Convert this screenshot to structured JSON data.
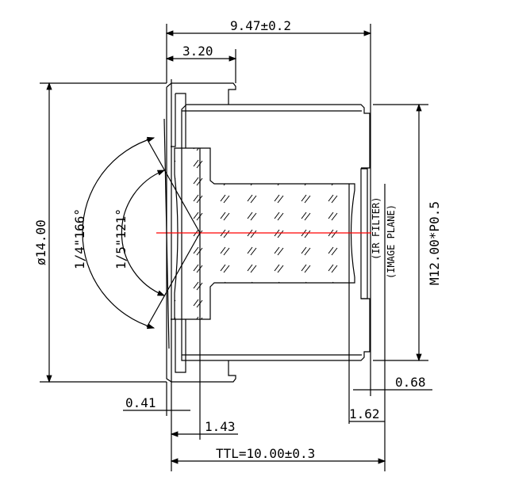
{
  "drawing": {
    "overall_length": "9.47±0.2",
    "flange_length": "3.20",
    "outer_diameter": "ø14.00",
    "thread": "M12.00*P0.5",
    "fov_quarter": "1/4\"166°",
    "fov_fifth": "1/5\"121°",
    "dim_041": "0.41",
    "dim_143": "1.43",
    "dim_068": "0.68",
    "dim_162": "1.62",
    "ttl": "TTL=10.00±0.3",
    "ir_filter_label": "(IR FILTER)",
    "image_plane_label": "(IMAGE PLANE)",
    "optical_axis_color": "#ff0000"
  }
}
